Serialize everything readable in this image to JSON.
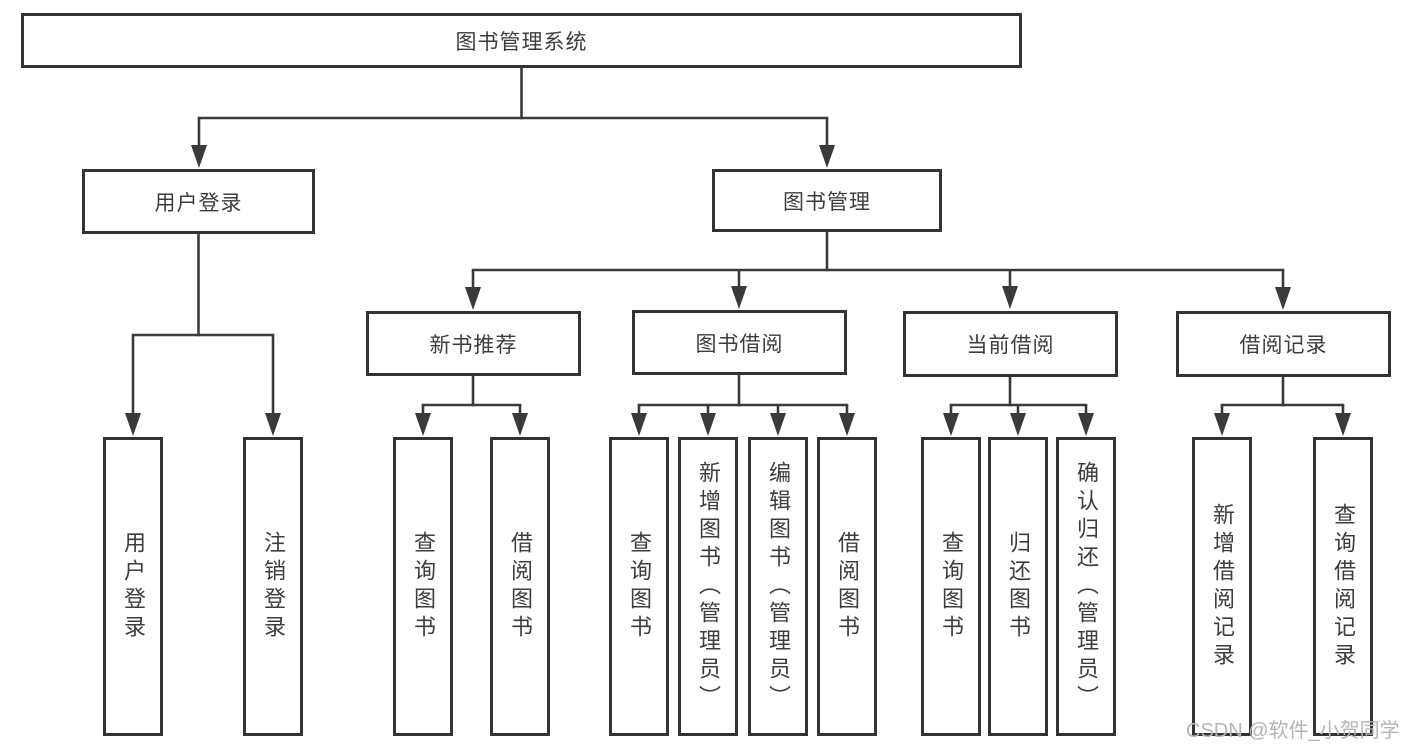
{
  "nodes": {
    "root": "图书管理系统",
    "level2": [
      "用户登录",
      "图书管理"
    ],
    "level3": [
      "新书推荐",
      "图书借阅",
      "当前借阅",
      "借阅记录"
    ],
    "leaves": {
      "user_login": [
        "用户登录",
        "注销登录"
      ],
      "new_book": [
        "查询图书",
        "借阅图书"
      ],
      "book_borrow": [
        "查询图书",
        "新增图书（管理员）",
        "编辑图书（管理员）",
        "借阅图书"
      ],
      "current_borrow": [
        "查询图书",
        "归还图书",
        "确认归还（管理员）"
      ],
      "borrow_record": [
        "新增借阅记录",
        "查询借阅记录"
      ]
    }
  },
  "watermark": {
    "text": "CSDN @软件_小贺同学"
  },
  "colors": {
    "line": "#3a3a3a",
    "box-border": "#333333",
    "text": "#3d3d3d",
    "watermark": "#b5b5b5",
    "bg": "#ffffff"
  }
}
